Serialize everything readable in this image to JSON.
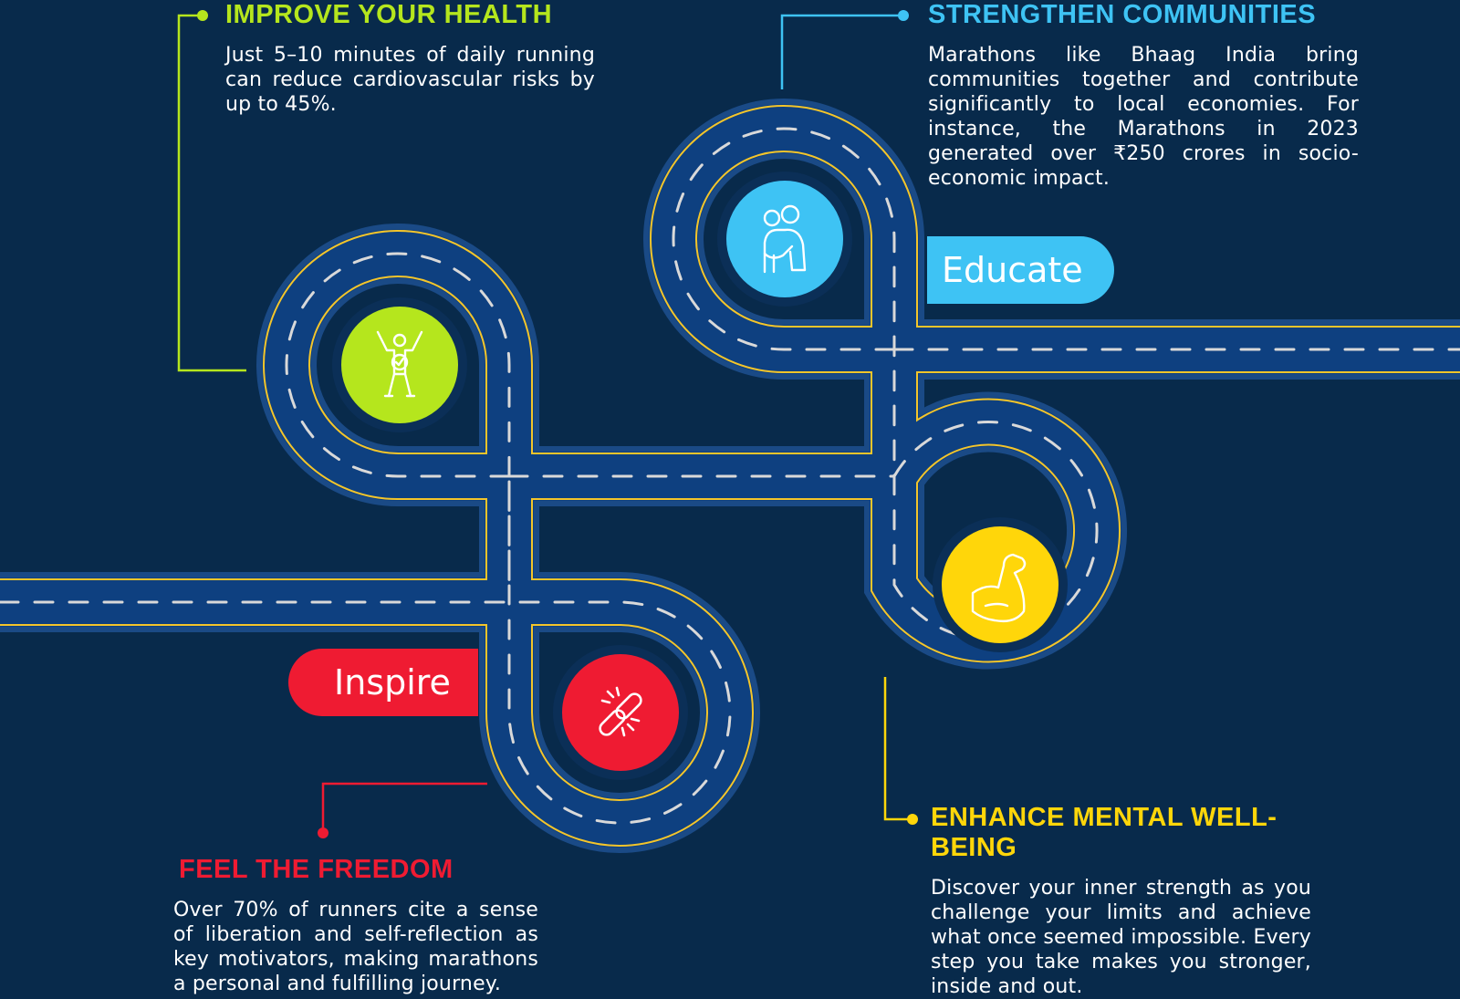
{
  "colors": {
    "background": "#082a4b",
    "road_border": "#1a4a86",
    "road_surface": "#0e4080",
    "lane_yellow": "#f4c52a",
    "lane_white": "#d9d9d9",
    "health": "#b5e61d",
    "community": "#3ec3f4",
    "mental": "#ffd60a",
    "freedom": "#ef1b32"
  },
  "sections": {
    "health": {
      "title": "IMPROVE YOUR HEALTH",
      "body": "Just 5–10 minutes of daily running can reduce cardiovascular risks by up to 45%.",
      "icon": "celebrating-runner-icon"
    },
    "community": {
      "title": "STRENGTHEN COMMUNITIES",
      "body": "Marathons like Bhaag India bring communities together and contribute significantly to local economies. For instance, the Marathons in 2023 generated over ₹250 crores in socio-economic impact.",
      "icon": "hug-icon"
    },
    "mental": {
      "title": "ENHANCE MENTAL WELL-BEING",
      "body": "Discover your inner strength as you challenge your limits and achieve what once seemed impossible. Every step you take makes you stronger, inside and out.",
      "icon": "flexed-arm-icon"
    },
    "freedom": {
      "title": "FEEL THE FREEDOM",
      "body": "Over 70% of runners cite a sense of liberation and self-reflection as key motivators, making marathons a personal and fulfilling journey.",
      "icon": "broken-chain-icon"
    }
  },
  "labels": {
    "educate": "Educate",
    "inspire": "Inspire"
  }
}
